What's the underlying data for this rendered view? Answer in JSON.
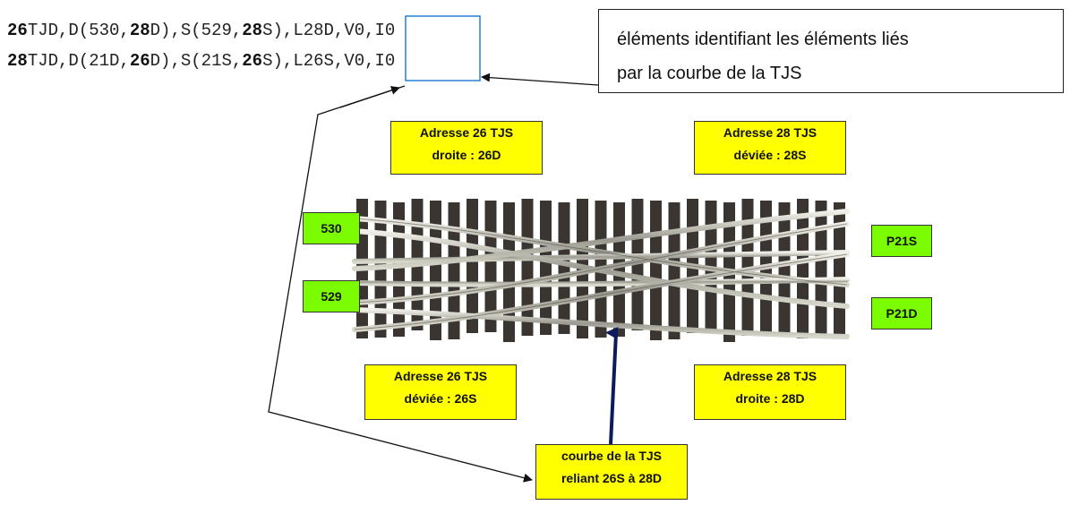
{
  "code_lines": [
    {
      "id": "26",
      "a": "TJD,D(530,",
      "b": "28",
      "c": "D),S(529,",
      "d": "28",
      "e": "S),",
      "link": "L28D,",
      "tail": "V0,I0"
    },
    {
      "id": "28",
      "a": "TJD,D(21D,",
      "b": "26",
      "c": "D),S(21S,",
      "d": "26",
      "e": "S),",
      "link": "L26S,",
      "tail": "V0,I0"
    }
  ],
  "callout": {
    "line1": "éléments identifiant  les éléments liés",
    "line2": "par la courbe de la TJS"
  },
  "labels": {
    "addr26_droite": [
      "Adresse 26 TJS",
      "droite : 26D"
    ],
    "addr28_deviee": [
      "Adresse 28 TJS",
      "déviée : 28S"
    ],
    "addr26_deviee": [
      "Adresse 26 TJS",
      "déviée : 26S"
    ],
    "addr28_droite": [
      "Adresse 28 TJS",
      "droite : 28D"
    ],
    "courbe": [
      "courbe de la TJS",
      "reliant 26S à 28D"
    ]
  },
  "tracks": {
    "t530": "530",
    "t529": "529",
    "p21s": "P21S",
    "p21d": "P21D"
  },
  "colors": {
    "yellow": "#ffff00",
    "green": "#7cfc00",
    "highlight": "#2a7fd4",
    "navy_arrow": "#0d1b5e"
  }
}
